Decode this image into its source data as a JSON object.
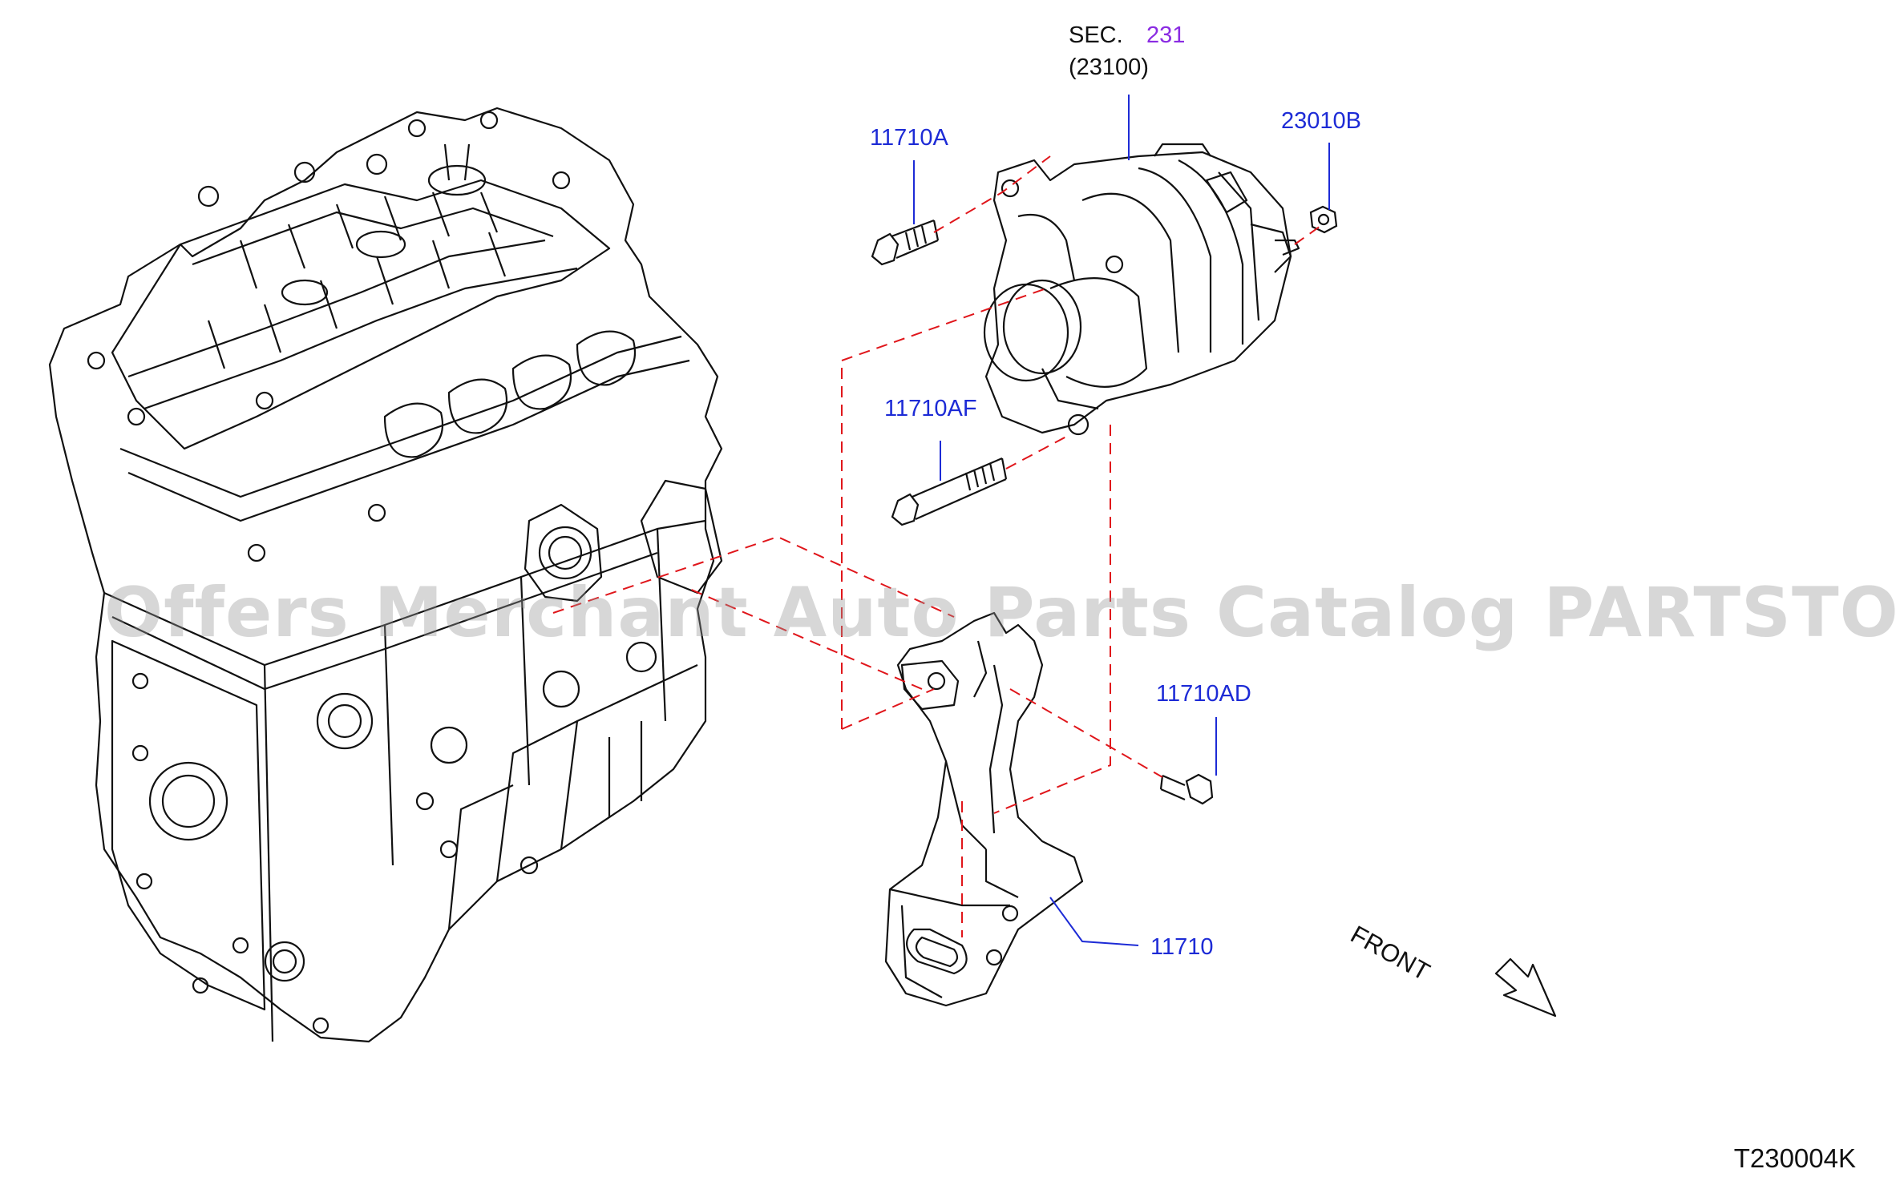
{
  "labels": {
    "sec_prefix": "SEC.",
    "sec_number": "231",
    "sec_sub": "(23100)",
    "part_11710A": "11710A",
    "part_23010B": "23010B",
    "part_11710AF": "11710AF",
    "part_11710AD": "11710AD",
    "part_11710": "11710",
    "front": "FRONT",
    "diagram_code": "T230004K"
  },
  "watermark": "Offers Merchant Auto Parts Catalog PARTSTORE.SA",
  "colors": {
    "part_link": "#1d2bd6",
    "sec_link": "#8a2be2",
    "dash_line": "#e0161b",
    "drawing": "#111111"
  }
}
